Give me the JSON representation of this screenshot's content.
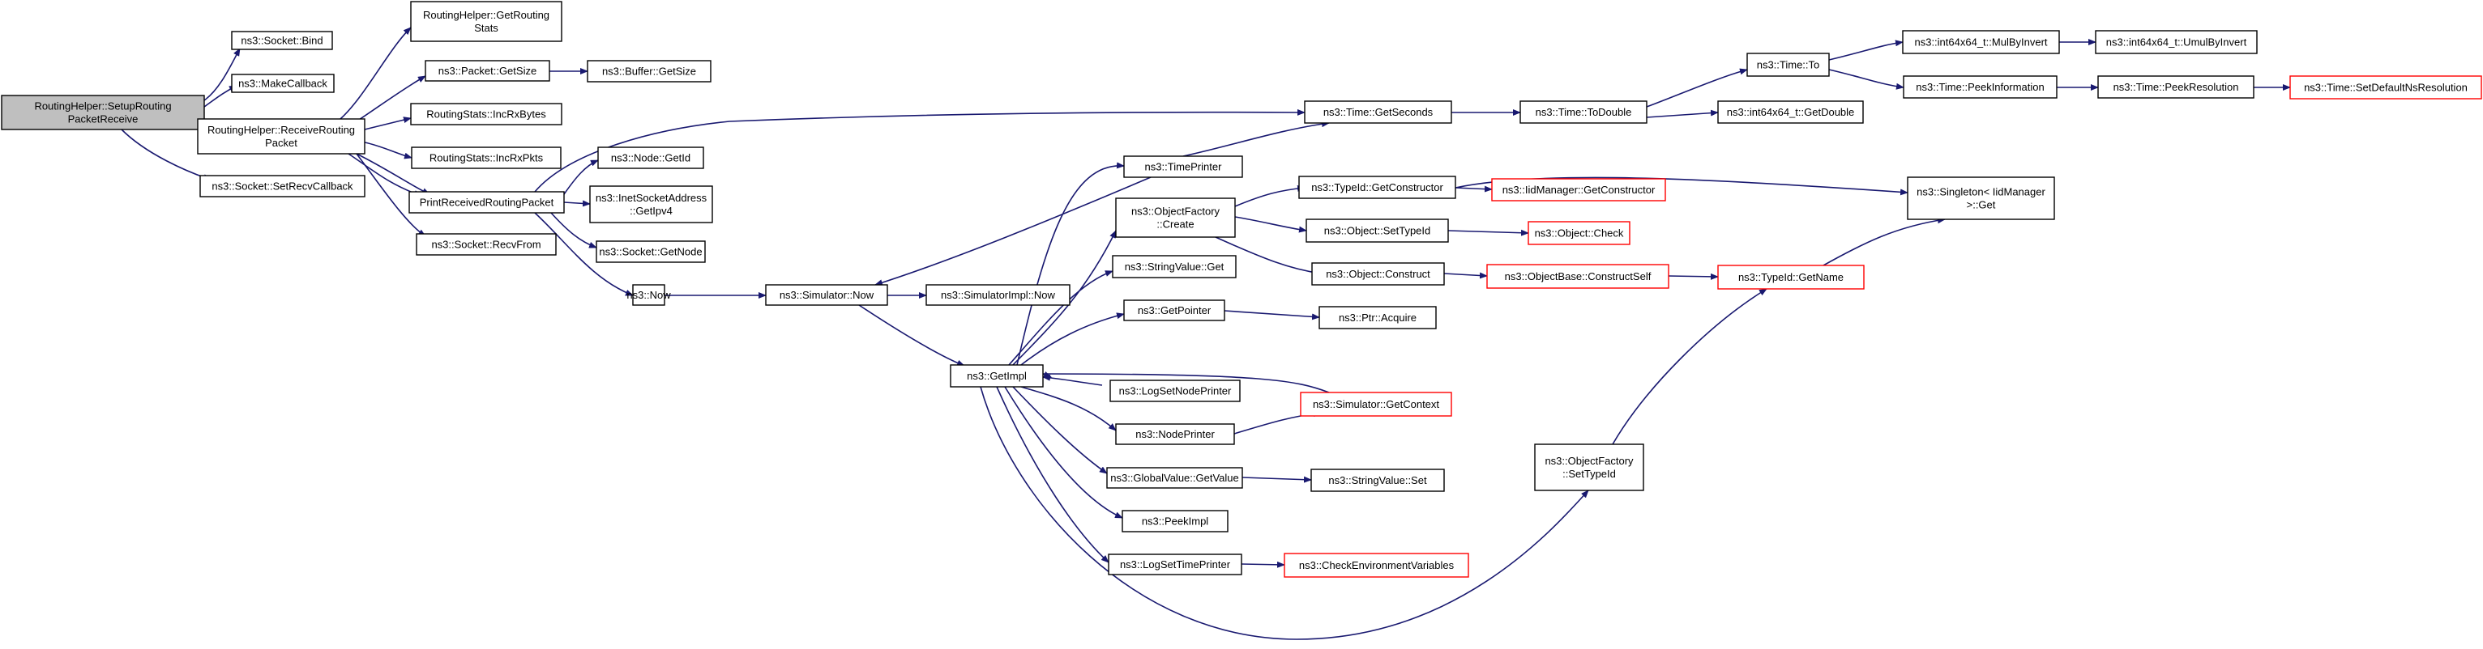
{
  "diagram": {
    "colors": {
      "edge": "#191970",
      "node_border": "#000000",
      "node_fill": "#ffffff",
      "root_fill": "#bfbfbf",
      "truncated_border": "#ff0000"
    },
    "nodes": [
      {
        "id": "root",
        "lines": [
          "RoutingHelper::SetupRouting",
          "PacketReceive"
        ],
        "style": "root"
      },
      {
        "id": "sockbind",
        "lines": [
          "ns3::Socket::Bind"
        ],
        "style": "normal"
      },
      {
        "id": "makecb",
        "lines": [
          "ns3::MakeCallback"
        ],
        "style": "normal"
      },
      {
        "id": "rhrecv",
        "lines": [
          "RoutingHelper::ReceiveRouting",
          "Packet"
        ],
        "style": "normal"
      },
      {
        "id": "setrecvcb",
        "lines": [
          "ns3::Socket::SetRecvCallback"
        ],
        "style": "normal"
      },
      {
        "id": "rhstats",
        "lines": [
          "RoutingHelper::GetRouting",
          "Stats"
        ],
        "style": "normal"
      },
      {
        "id": "pktsize",
        "lines": [
          "ns3::Packet::GetSize"
        ],
        "style": "normal"
      },
      {
        "id": "rxbytes",
        "lines": [
          "RoutingStats::IncRxBytes"
        ],
        "style": "normal"
      },
      {
        "id": "rxpkts",
        "lines": [
          "RoutingStats::IncRxPkts"
        ],
        "style": "normal"
      },
      {
        "id": "printrecv",
        "lines": [
          "PrintReceivedRoutingPacket"
        ],
        "style": "normal"
      },
      {
        "id": "recvfrom",
        "lines": [
          "ns3::Socket::RecvFrom"
        ],
        "style": "normal"
      },
      {
        "id": "bufsize",
        "lines": [
          "ns3::Buffer::GetSize"
        ],
        "style": "normal"
      },
      {
        "id": "nodegetid",
        "lines": [
          "ns3::Node::GetId"
        ],
        "style": "normal"
      },
      {
        "id": "inetipv4",
        "lines": [
          "ns3::InetSocketAddress",
          "::GetIpv4"
        ],
        "style": "normal"
      },
      {
        "id": "sockgetnode",
        "lines": [
          "ns3::Socket::GetNode"
        ],
        "style": "normal"
      },
      {
        "id": "now",
        "lines": [
          "ns3::Now"
        ],
        "style": "normal"
      },
      {
        "id": "simnow",
        "lines": [
          "ns3::Simulator::Now"
        ],
        "style": "normal"
      },
      {
        "id": "simimplnow",
        "lines": [
          "ns3::SimulatorImpl::Now"
        ],
        "style": "normal"
      },
      {
        "id": "getimpl",
        "lines": [
          "ns3::GetImpl"
        ],
        "style": "normal"
      },
      {
        "id": "timeprinter",
        "lines": [
          "ns3::TimePrinter"
        ],
        "style": "normal"
      },
      {
        "id": "objfcreate",
        "lines": [
          "ns3::ObjectFactory",
          "::Create"
        ],
        "style": "normal"
      },
      {
        "id": "strvalget",
        "lines": [
          "ns3::StringValue::Get"
        ],
        "style": "normal"
      },
      {
        "id": "getpointer",
        "lines": [
          "ns3::GetPointer"
        ],
        "style": "normal"
      },
      {
        "id": "logsetnode",
        "lines": [
          "ns3::LogSetNodePrinter"
        ],
        "style": "normal"
      },
      {
        "id": "nodeprinter",
        "lines": [
          "ns3::NodePrinter"
        ],
        "style": "normal"
      },
      {
        "id": "gvgetvalue",
        "lines": [
          "ns3::GlobalValue::GetValue"
        ],
        "style": "normal"
      },
      {
        "id": "peekimpl",
        "lines": [
          "ns3::PeekImpl"
        ],
        "style": "normal"
      },
      {
        "id": "logsettime",
        "lines": [
          "ns3::LogSetTimePrinter"
        ],
        "style": "normal"
      },
      {
        "id": "timegetsec",
        "lines": [
          "ns3::Time::GetSeconds"
        ],
        "style": "normal"
      },
      {
        "id": "typeidgetctor",
        "lines": [
          "ns3::TypeId::GetConstructor"
        ],
        "style": "normal"
      },
      {
        "id": "objsettypeid",
        "lines": [
          "ns3::Object::SetTypeId"
        ],
        "style": "normal"
      },
      {
        "id": "objconstruct",
        "lines": [
          "ns3::Object::Construct"
        ],
        "style": "normal"
      },
      {
        "id": "ptracquire",
        "lines": [
          "ns3::Ptr::Acquire"
        ],
        "style": "normal"
      },
      {
        "id": "simgetctx",
        "lines": [
          "ns3::Simulator::GetContext"
        ],
        "style": "truncated"
      },
      {
        "id": "strvalset",
        "lines": [
          "ns3::StringValue::Set"
        ],
        "style": "normal"
      },
      {
        "id": "checkenv",
        "lines": [
          "ns3::CheckEnvironmentVariables"
        ],
        "style": "truncated"
      },
      {
        "id": "timetodouble",
        "lines": [
          "ns3::Time::ToDouble"
        ],
        "style": "normal"
      },
      {
        "id": "iidgetctor",
        "lines": [
          "ns3::IidManager::GetConstructor"
        ],
        "style": "truncated"
      },
      {
        "id": "objcheck",
        "lines": [
          "ns3::Object::Check"
        ],
        "style": "truncated"
      },
      {
        "id": "objbasector",
        "lines": [
          "ns3::ObjectBase::ConstructSelf"
        ],
        "style": "truncated"
      },
      {
        "id": "objfsettid",
        "lines": [
          "ns3::ObjectFactory",
          "::SetTypeId"
        ],
        "style": "normal"
      },
      {
        "id": "timeto",
        "lines": [
          "ns3::Time::To"
        ],
        "style": "normal"
      },
      {
        "id": "int64getdouble",
        "lines": [
          "ns3::int64x64_t::GetDouble"
        ],
        "style": "normal"
      },
      {
        "id": "typeidgetname",
        "lines": [
          "ns3::TypeId::GetName"
        ],
        "style": "truncated"
      },
      {
        "id": "mulbyinvert",
        "lines": [
          "ns3::int64x64_t::MulByInvert"
        ],
        "style": "normal"
      },
      {
        "id": "peekinfo",
        "lines": [
          "ns3::Time::PeekInformation"
        ],
        "style": "normal"
      },
      {
        "id": "umulbyinvert",
        "lines": [
          "ns3::int64x64_t::UmulByInvert"
        ],
        "style": "normal"
      },
      {
        "id": "peekres",
        "lines": [
          "ns3::Time::PeekResolution"
        ],
        "style": "normal"
      },
      {
        "id": "setdefres",
        "lines": [
          "ns3::Time::SetDefaultNsResolution"
        ],
        "style": "truncated"
      },
      {
        "id": "singletonget",
        "lines": [
          "ns3::Singleton< IidManager",
          ">::Get"
        ],
        "style": "normal"
      }
    ]
  }
}
